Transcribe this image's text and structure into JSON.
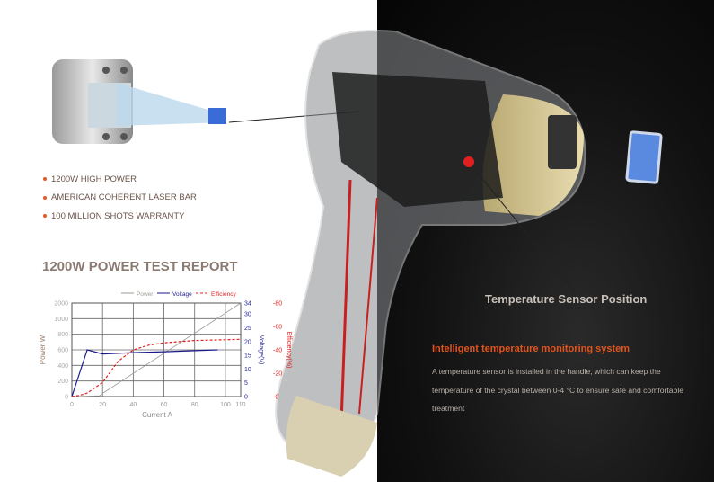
{
  "features": [
    {
      "label": "1200W HIGH POWER"
    },
    {
      "label": "AMERICAN COHERENT LASER BAR"
    },
    {
      "label": "100 MILLION SHOTS WARRANTY"
    }
  ],
  "report_title": "1200W POWER TEST REPORT",
  "sensor_label": "Temperature Sensor Position",
  "info": {
    "heading": "Intelligent temperature monitoring system",
    "body": "A temperature sensor is installed in the handle, which can keep the temperature of the crystal between 0-4 °C to ensure safe and comfortable treatment"
  },
  "colors": {
    "accent": "#e0541f",
    "power": "#a09a96",
    "voltage": "#1a1a8a",
    "efficiency": "#e02020"
  },
  "chart_data": {
    "type": "line",
    "title": "",
    "xlabel": "Current A",
    "ylabel": "Power W",
    "y2label": "Voltage(V)",
    "y3label": "Efficiency(%)",
    "xticks": [
      "0",
      "20",
      "40",
      "60",
      "80",
      "100",
      "110"
    ],
    "xtick_values": [
      0,
      20,
      40,
      60,
      80,
      100,
      110
    ],
    "xlim": [
      0,
      110
    ],
    "yticks": [
      "0",
      "200",
      "400",
      "600",
      "800",
      "1000",
      "2000"
    ],
    "y2ticks": [
      "0",
      "5",
      "10",
      "15",
      "20",
      "25",
      "30",
      "34"
    ],
    "y2lim": [
      0,
      34
    ],
    "y3ticks": [
      "0",
      "20",
      "40",
      "60",
      "80"
    ],
    "y3lim": [
      0,
      80
    ],
    "legend": [
      "Power",
      "Voltage",
      "Efficiency"
    ],
    "legend_position": "top",
    "grid": true,
    "series": [
      {
        "name": "Power",
        "axis": "y",
        "points": [
          [
            0,
            0
          ],
          [
            18,
            10
          ],
          [
            20,
            40
          ],
          [
            110,
            2000
          ]
        ]
      },
      {
        "name": "Voltage",
        "axis": "y2",
        "points": [
          [
            0,
            0
          ],
          [
            10,
            17
          ],
          [
            20,
            15.5
          ],
          [
            40,
            16
          ],
          [
            60,
            16.3
          ],
          [
            80,
            16.7
          ],
          [
            95,
            17
          ]
        ]
      },
      {
        "name": "Efficiency",
        "axis": "y3",
        "points": [
          [
            0,
            0
          ],
          [
            5,
            1
          ],
          [
            10,
            3
          ],
          [
            20,
            12
          ],
          [
            30,
            30
          ],
          [
            40,
            40
          ],
          [
            50,
            44
          ],
          [
            60,
            46
          ],
          [
            80,
            48
          ],
          [
            110,
            49
          ]
        ]
      }
    ]
  }
}
